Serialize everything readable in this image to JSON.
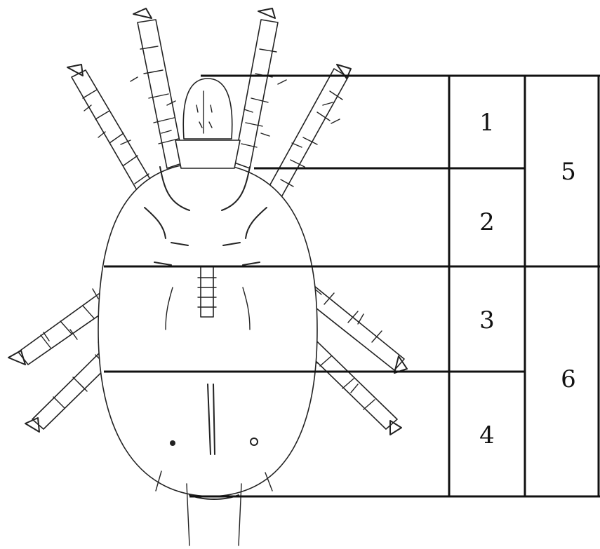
{
  "diagram": {
    "region_labels": [
      "1",
      "2",
      "3",
      "4"
    ],
    "group_labels": [
      "5",
      "6"
    ],
    "subject_icon": "mite-ventral-view-icon"
  },
  "colors": {
    "ink": "#111111",
    "background": "#ffffff"
  }
}
